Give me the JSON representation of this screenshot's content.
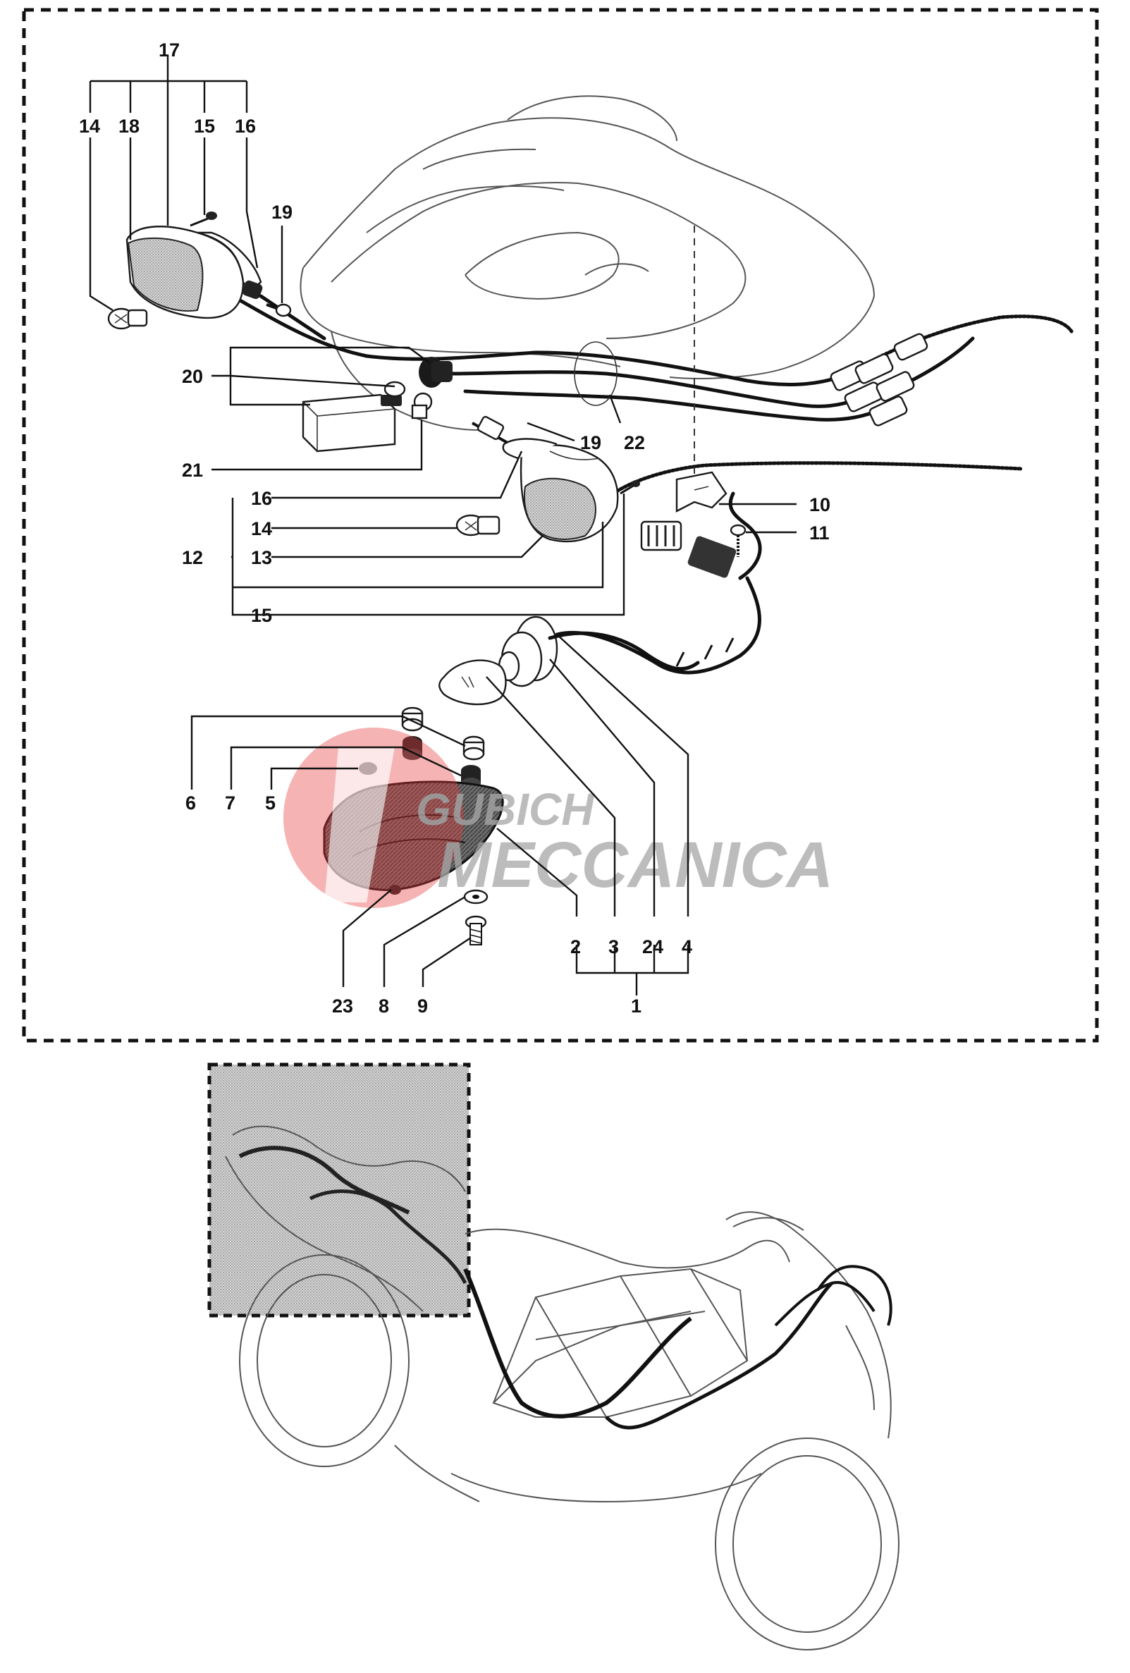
{
  "labels": {
    "l1": "1",
    "l2": "2",
    "l3": "3",
    "l4": "4",
    "l5": "5",
    "l6": "6",
    "l7": "7",
    "l8": "8",
    "l9": "9",
    "l10": "10",
    "l11": "11",
    "l12": "12",
    "l13": "13",
    "l14a": "14",
    "l14b": "14",
    "l15a": "15",
    "l15b": "15",
    "l16a": "16",
    "l16b": "16",
    "l17": "17",
    "l18": "18",
    "l19a": "19",
    "l19b": "19",
    "l20": "20",
    "l21": "21",
    "l22": "22",
    "l23": "23",
    "l24": "24"
  },
  "watermark": {
    "line1": "GUBICH",
    "line2": "MECCANICA",
    "mark_color": "#e83a3a",
    "text_color": "#a8a8a8"
  },
  "colors": {
    "frame_border": "#111111",
    "inset_fill": "#bdbdbd"
  }
}
